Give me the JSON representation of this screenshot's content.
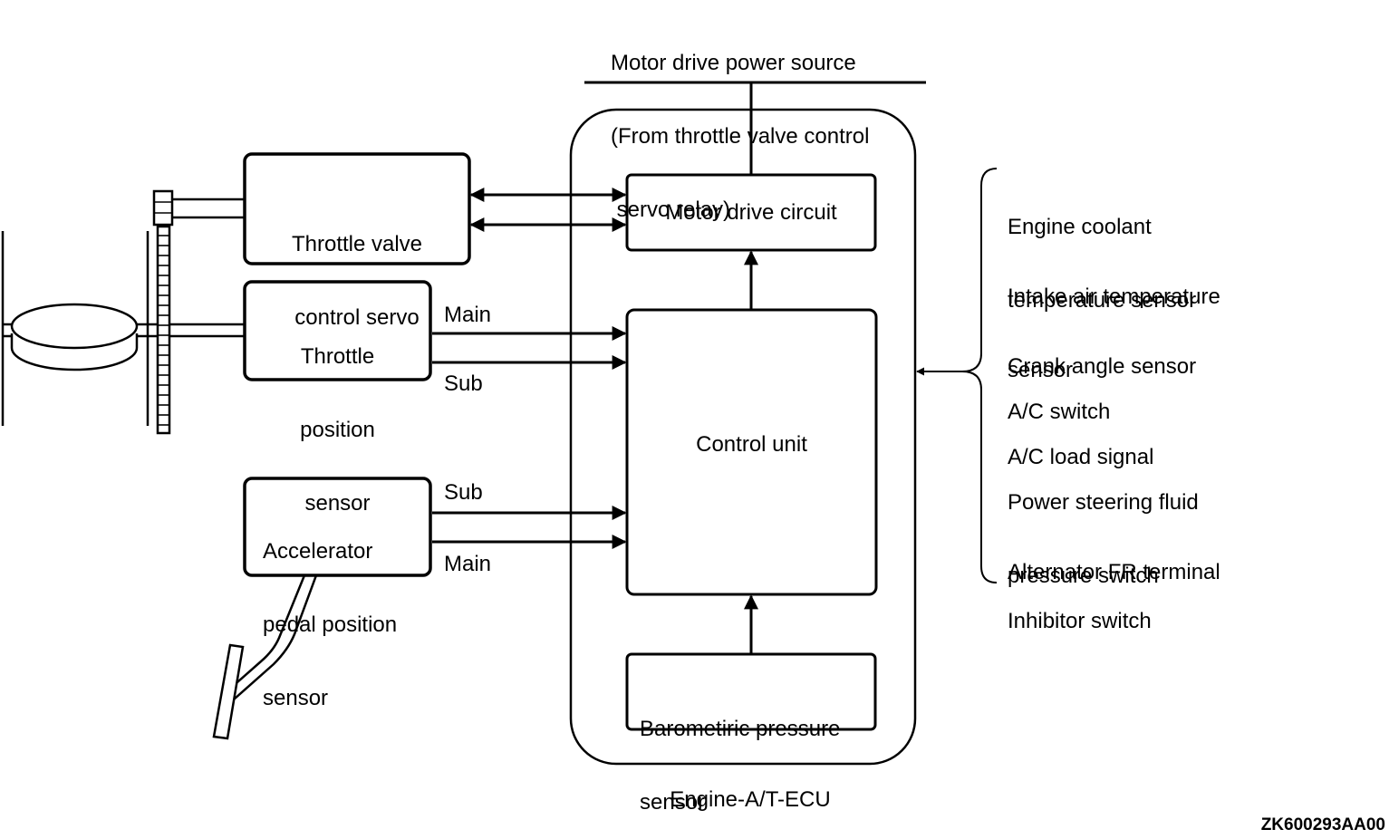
{
  "power_source": {
    "line1": "Motor drive power source",
    "line2": "(From throttle valve control",
    "line3": " servo relay)"
  },
  "servo": {
    "line1": "Throttle valve",
    "line2": "control servo"
  },
  "tps": {
    "line1": "Throttle",
    "line2": "position",
    "line3": "sensor",
    "main": "Main",
    "sub": "Sub"
  },
  "apps": {
    "line1": "Accelerator",
    "line2": "pedal position",
    "line3": "sensor",
    "sub": "Sub",
    "main": "Main"
  },
  "ecu": {
    "name": "Engine-A/T-ECU",
    "motor_drive": "Motor drive circuit",
    "control_unit": "Control unit",
    "baro_line1": "Barometiric pressure",
    "baro_line2": "sensor"
  },
  "inputs": [
    {
      "line1": "Engine coolant",
      "line2": "temperature sensor"
    },
    {
      "line1": "Intake air temperature",
      "line2": "sensor"
    },
    {
      "line1": "Crank angle sensor",
      "line2": ""
    },
    {
      "line1": "A/C switch",
      "line2": ""
    },
    {
      "line1": "A/C load signal",
      "line2": ""
    },
    {
      "line1": "Power steering fluid",
      "line2": "pressure switch"
    },
    {
      "line1": "Alternator FR terminal",
      "line2": ""
    },
    {
      "line1": "Inhibitor switch",
      "line2": ""
    }
  ],
  "figure_code": "ZK600293AA00"
}
